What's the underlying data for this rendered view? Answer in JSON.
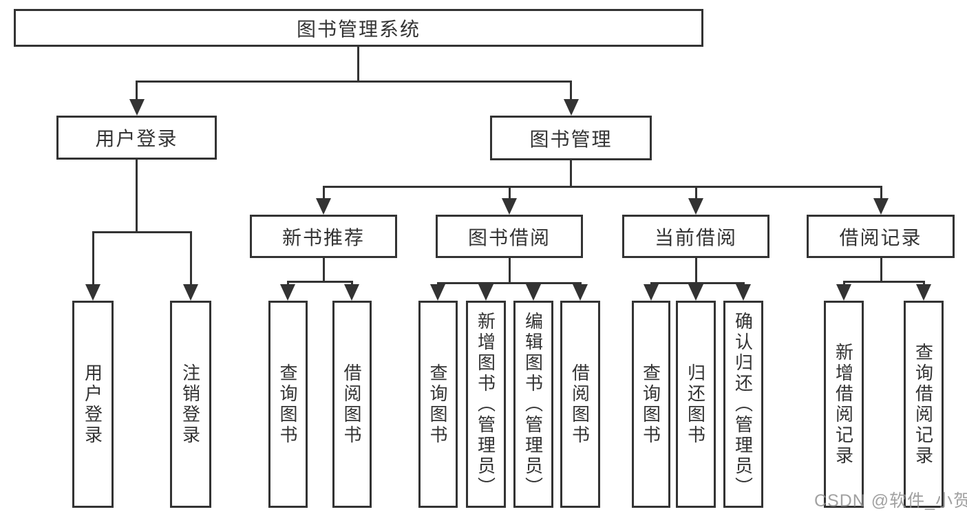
{
  "diagram": {
    "tree": {
      "label": "图书管理系统",
      "children": [
        {
          "label": "用户登录",
          "children": [
            {
              "label": "用户登录"
            },
            {
              "label": "注销登录"
            }
          ]
        },
        {
          "label": "图书管理",
          "children": [
            {
              "label": "新书推荐",
              "children": [
                {
                  "label": "查询图书"
                },
                {
                  "label": "借阅图书"
                }
              ]
            },
            {
              "label": "图书借阅",
              "children": [
                {
                  "label": "查询图书"
                },
                {
                  "label": "新增图书（管理员）"
                },
                {
                  "label": "编辑图书（管理员）"
                },
                {
                  "label": "借阅图书"
                }
              ]
            },
            {
              "label": "当前借阅",
              "children": [
                {
                  "label": "查询图书"
                },
                {
                  "label": "归还图书"
                },
                {
                  "label": "确认归还（管理员）"
                }
              ]
            },
            {
              "label": "借阅记录",
              "children": [
                {
                  "label": "新增借阅记录"
                },
                {
                  "label": "查询借阅记录"
                }
              ]
            }
          ]
        }
      ]
    },
    "colors": {
      "line": "#333333",
      "text": "#333333",
      "watermark": "#919191",
      "background": "#ffffff"
    }
  },
  "watermark": {
    "text": "CSDN @软件_小贺同学"
  }
}
